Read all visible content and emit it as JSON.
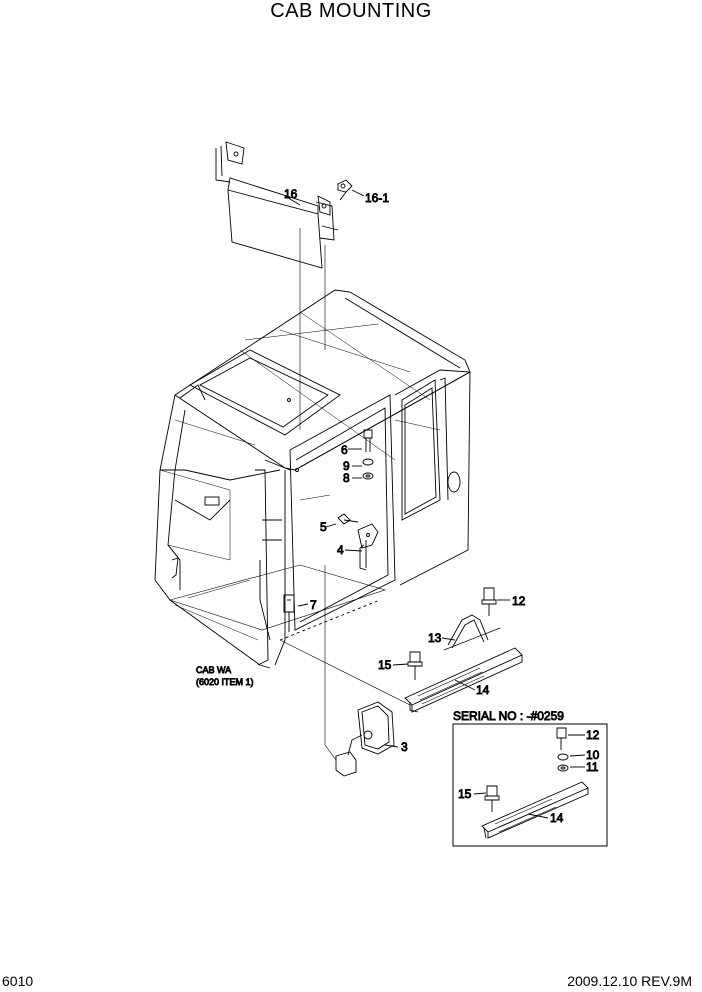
{
  "title": "CAB MOUNTING",
  "footer": {
    "page_number": "6010",
    "revision": "2009.12.10  REV.9M"
  },
  "cab_note": {
    "line1": "CAB WA",
    "line2": "(6020 ITEM 1)"
  },
  "serial_box": {
    "label": "SERIAL NO : -#0259"
  },
  "callouts": {
    "c16": "16",
    "c16_1": "16-1",
    "c6": "6",
    "c9": "9",
    "c8": "8",
    "c5": "5",
    "c4": "4",
    "c7": "7",
    "c12": "12",
    "c13": "13",
    "c15": "15",
    "c14": "14",
    "c3": "3",
    "s12": "12",
    "s10": "10",
    "s11": "11",
    "s15": "15",
    "s14": "14"
  }
}
